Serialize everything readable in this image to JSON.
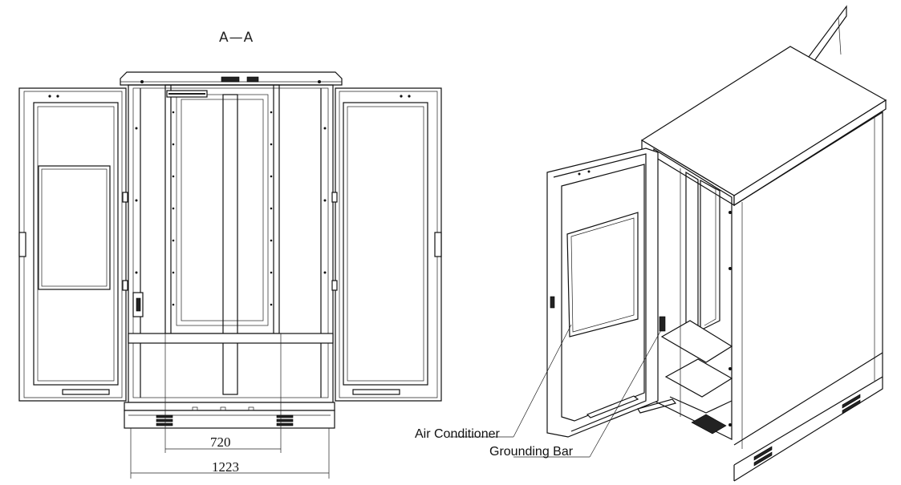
{
  "section_label": "A—A",
  "dimensions": {
    "inner_width": "720",
    "outer_width": "1223"
  },
  "callouts": {
    "air_conditioner": "Air Conditioner",
    "grounding_bar": "Grounding Bar"
  }
}
